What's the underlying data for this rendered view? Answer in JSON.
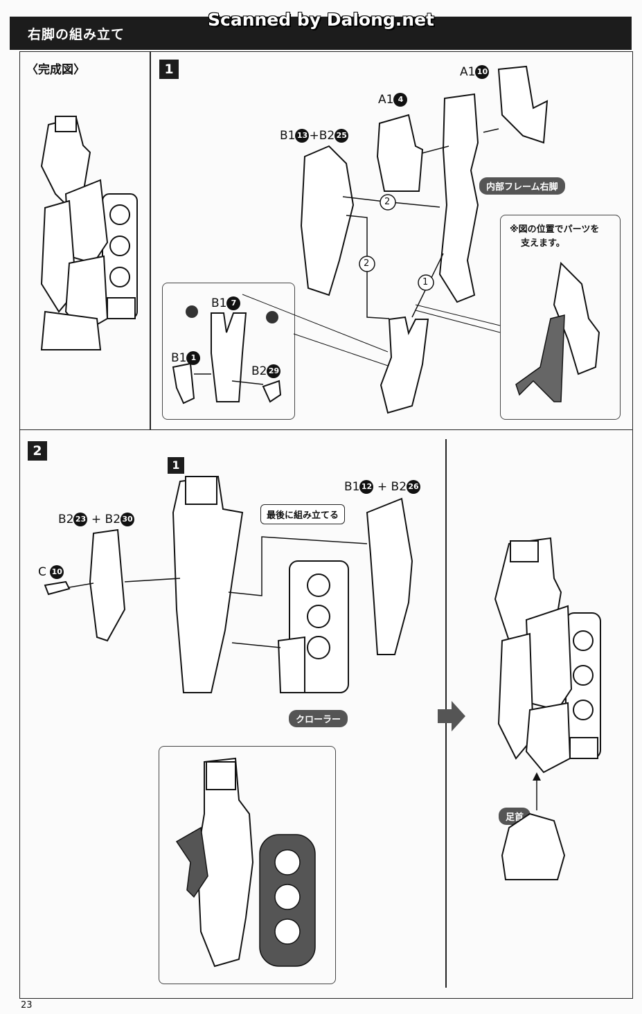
{
  "header": {
    "title": "右脚の組み立て"
  },
  "watermark": "Scanned by Dalong.net",
  "complete_section": {
    "label": "〈完成図〉"
  },
  "step1": {
    "number": "1",
    "parts": {
      "a1_10": {
        "prefix": "A1",
        "num": "10"
      },
      "a1_4": {
        "prefix": "A1",
        "num": "4"
      },
      "b1_13_b2_25": {
        "prefix": "B1",
        "num1": "13",
        "join": "+B2",
        "num2": "25"
      },
      "b1_7": {
        "prefix": "B1",
        "num": "7"
      },
      "b1_1": {
        "prefix": "B1",
        "num": "1"
      },
      "b2_29": {
        "prefix": "B2",
        "num": "29"
      }
    },
    "frame_label": "内部フレーム右脚",
    "note_line1": "※図の位置でパーツを",
    "note_line2": "支えます。",
    "order": [
      "1",
      "2",
      "2"
    ]
  },
  "step2": {
    "number": "2",
    "sub_ref": "1",
    "parts": {
      "b2_23_b2_30": {
        "prefix": "B2",
        "num1": "23",
        "join": "+ B2",
        "num2": "30"
      },
      "c_10": {
        "prefix": "C",
        "num": "10"
      },
      "b1_12_b2_26": {
        "prefix": "B1",
        "num1": "12",
        "join": "+ B2",
        "num2": "26"
      }
    },
    "callout": "最後に組み立てる",
    "crawler_label": "クローラー",
    "ankle_label": "足首"
  },
  "page_number": "23"
}
